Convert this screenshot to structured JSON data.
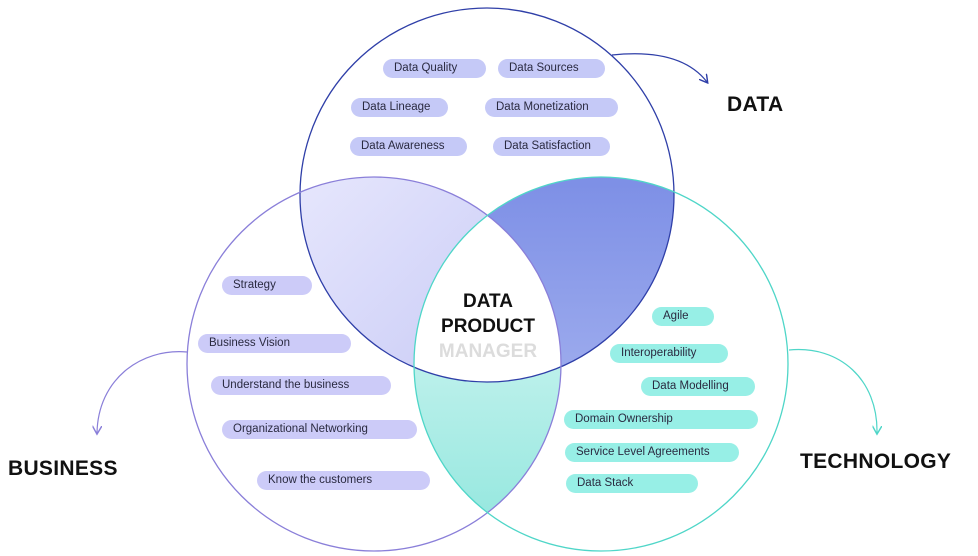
{
  "center": {
    "line1": "DATA",
    "line2": "PRODUCT",
    "line3": "MANAGER"
  },
  "labels": {
    "data": "DATA",
    "business": "BUSINESS",
    "technology": "TECHNOLOGY"
  },
  "colors": {
    "data_circle": "#2f3fa8",
    "business_circle": "#8a7fd9",
    "tech_circle": "#4fd6c8",
    "data_business_fill": "#d6d8fb",
    "data_tech_fill": "#7f92e6",
    "tech_business_fill": "#a9ece6"
  },
  "data_skills": [
    "Data Quality",
    "Data Sources",
    "Data Lineage",
    "Data Monetization",
    "Data Awareness",
    "Data Satisfaction"
  ],
  "business_skills": [
    "Strategy",
    "Business Vision",
    "Understand the business",
    "Organizational Networking",
    "Know the customers"
  ],
  "technology_skills": [
    "Agile",
    "Interoperability",
    "Data Modelling",
    "Domain Ownership",
    "Service Level Agreements",
    "Data Stack"
  ]
}
